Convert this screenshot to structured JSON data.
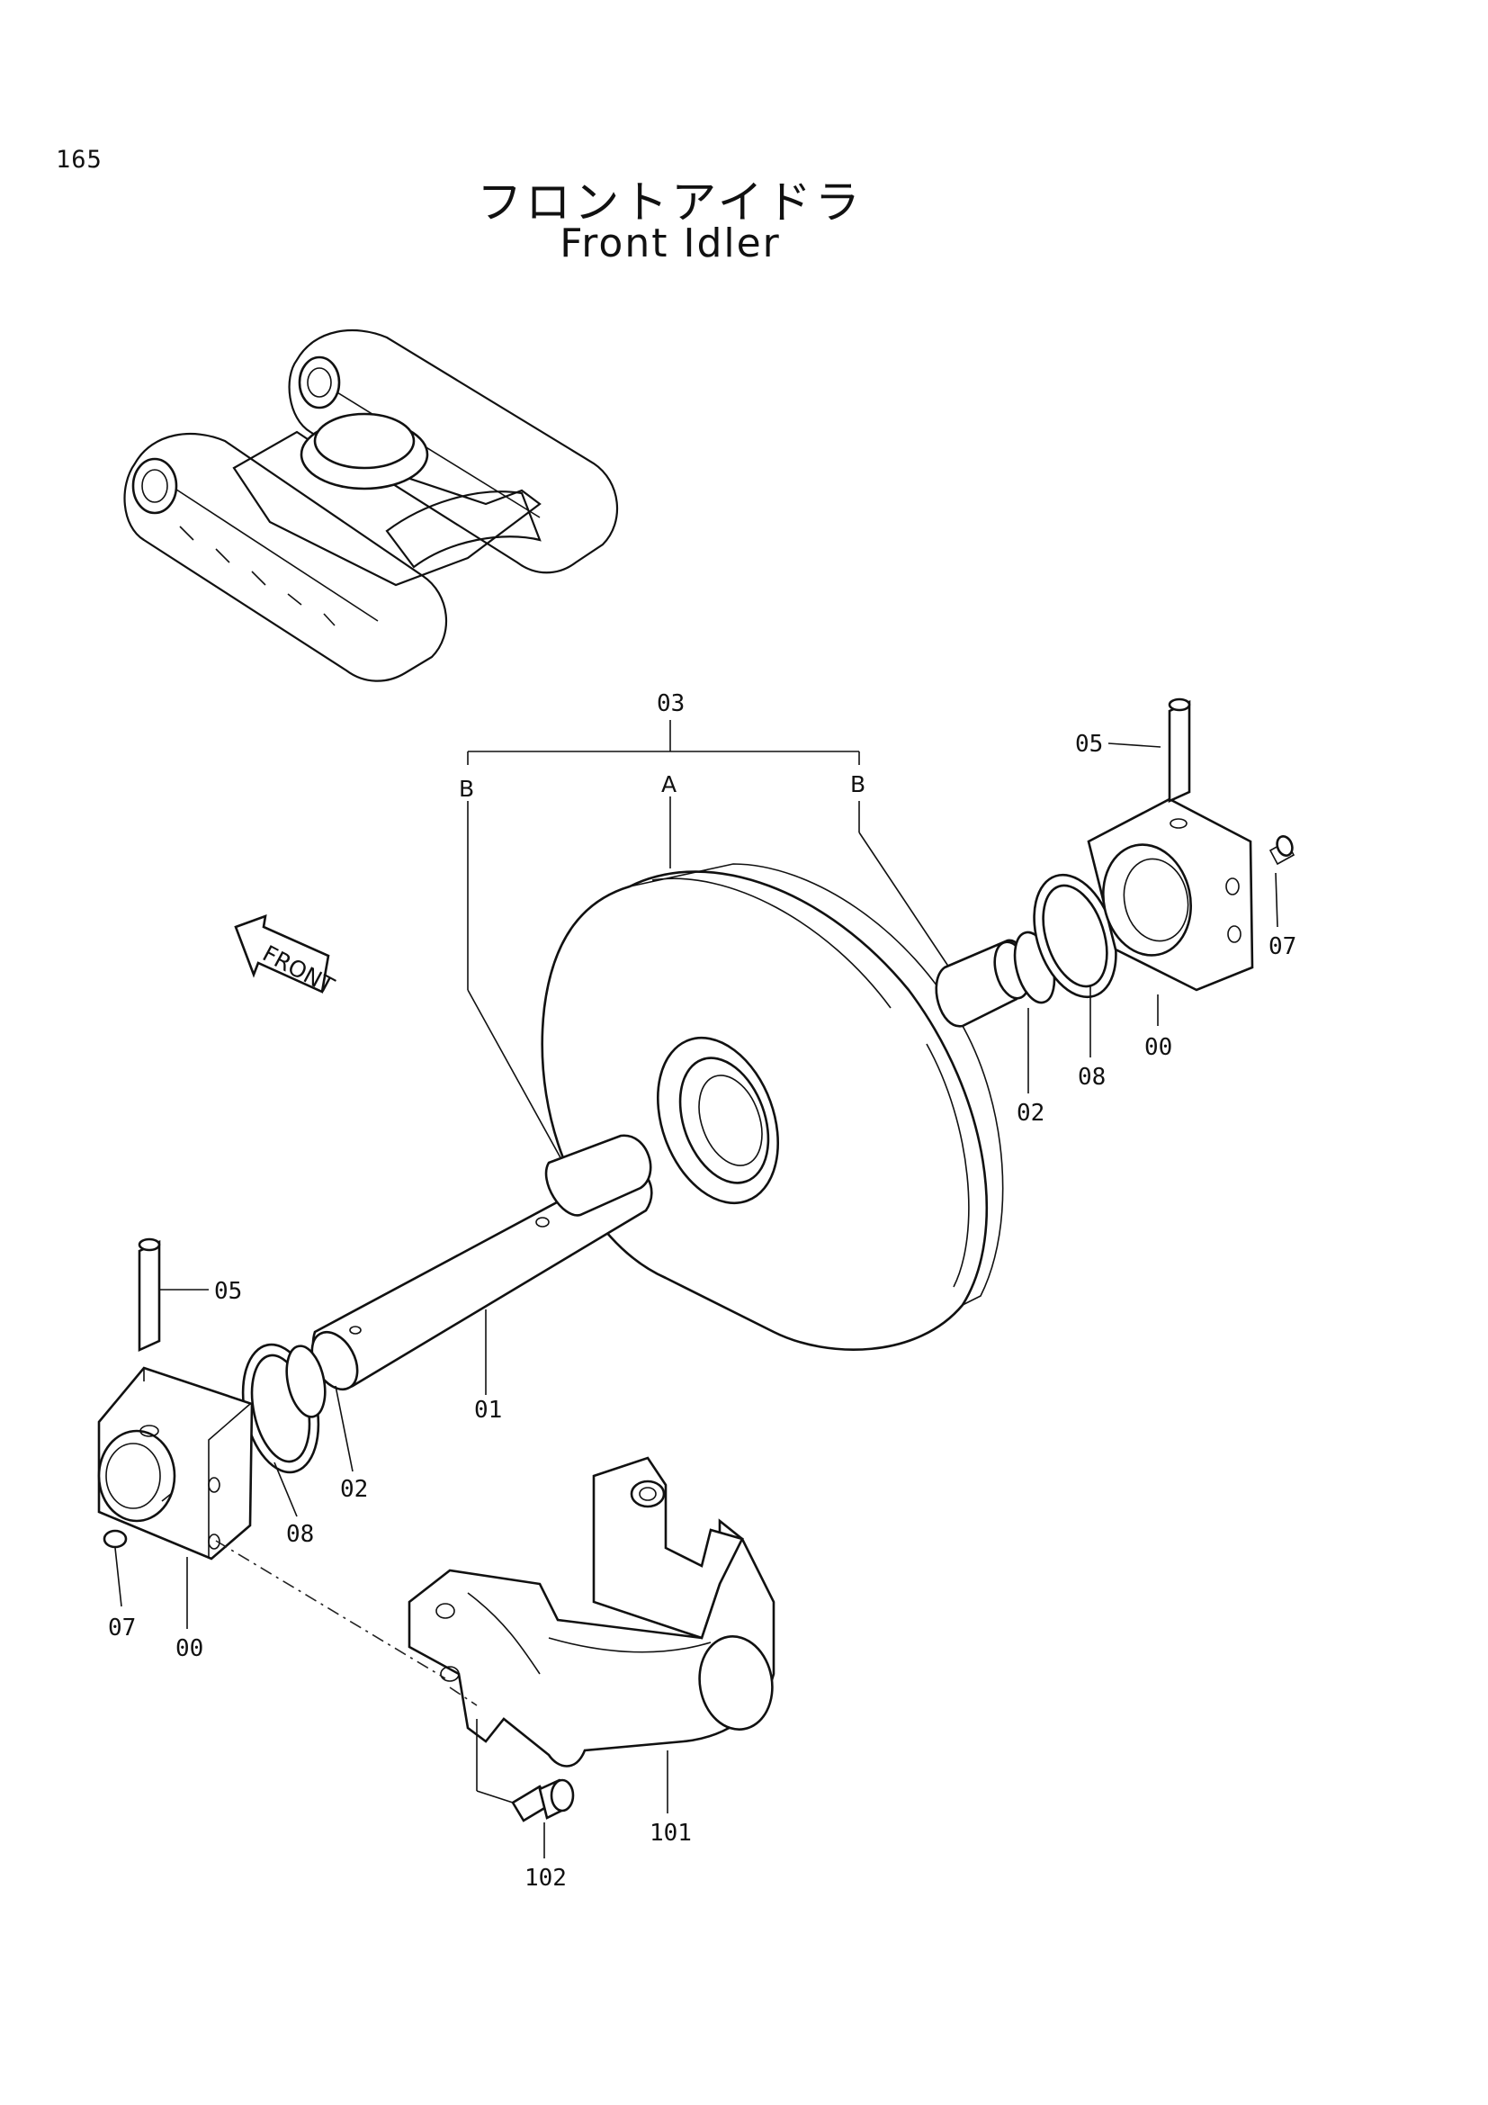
{
  "page": {
    "number": "165",
    "title_jp": "フロントアイドラ",
    "title_en": "Front Idler"
  },
  "direction_arrow": {
    "label": "FRONT"
  },
  "callouts": {
    "assembly": "03",
    "sub_a": "A",
    "sub_b_left": "B",
    "sub_b_right": "B",
    "shaft": "01",
    "o_ring_right": "02",
    "o_ring_left": "02",
    "pin_right": "05",
    "pin_left": "05",
    "plug_right": "07",
    "plug_left": "07",
    "seal_right": "08",
    "seal_left": "08",
    "bearing_right": "00",
    "bearing_left": "00",
    "yoke": "101",
    "bolt": "102"
  }
}
